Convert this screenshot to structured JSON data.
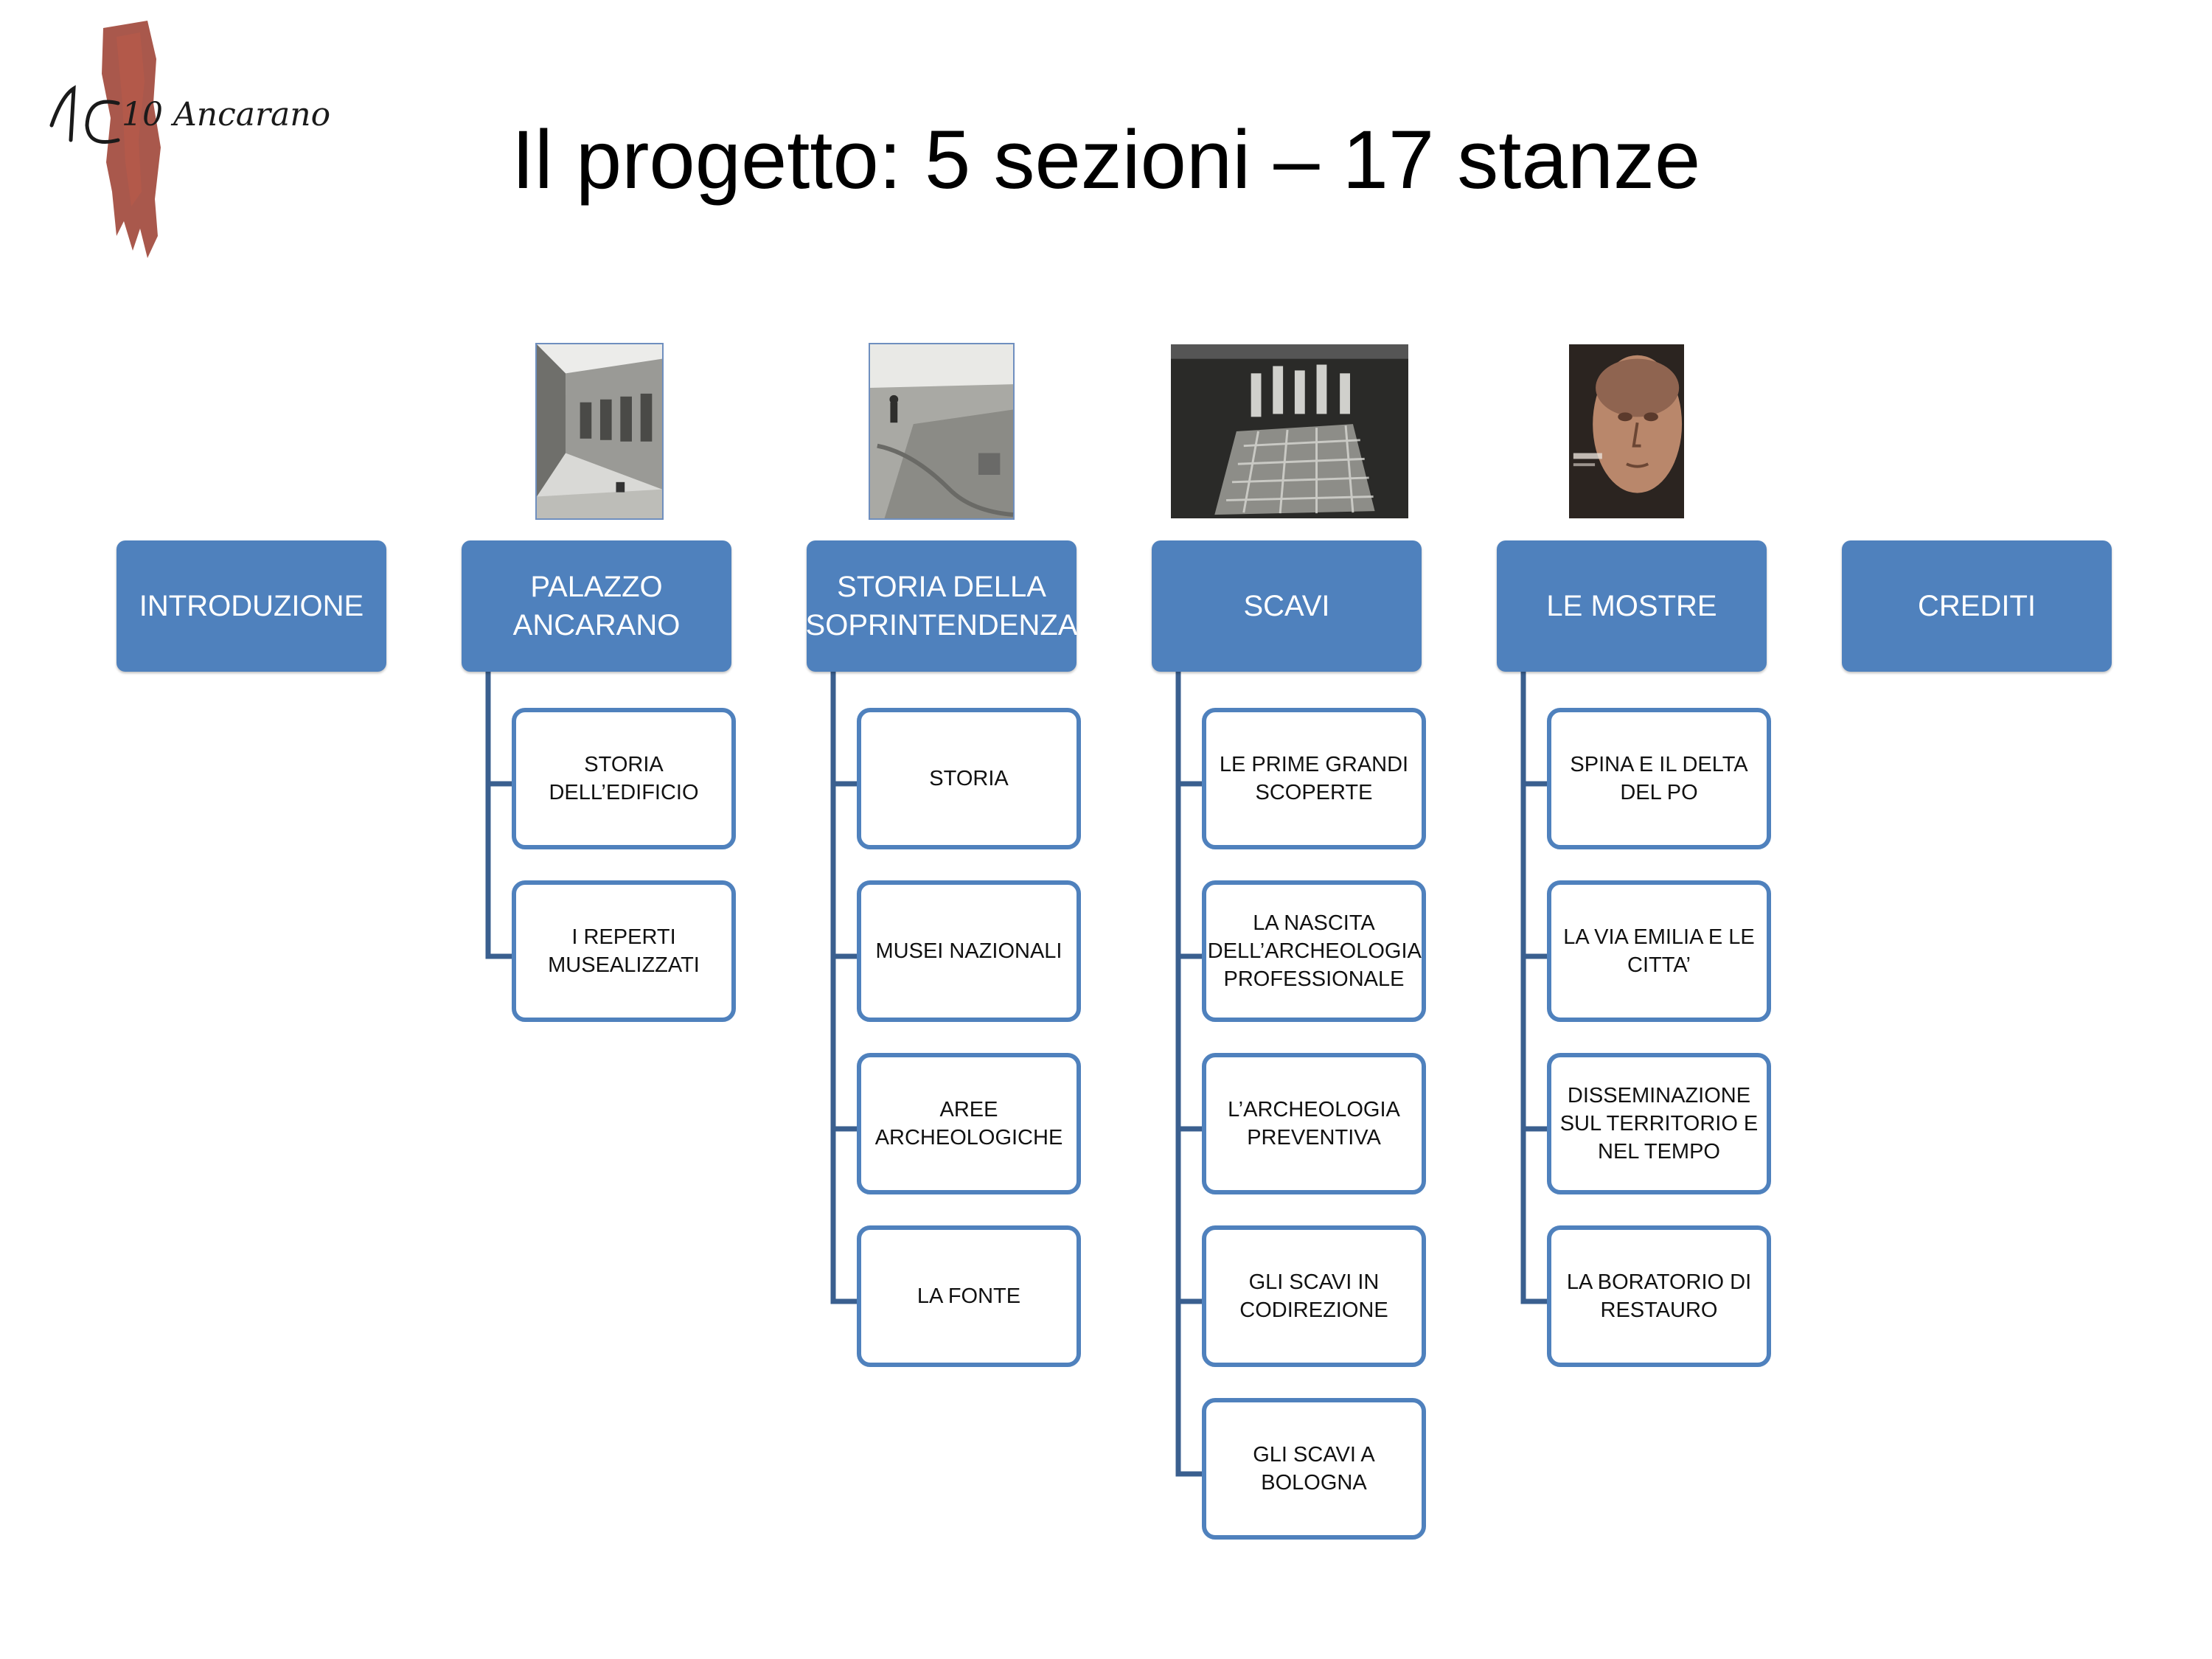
{
  "logo": {
    "text": "10 Ancarano"
  },
  "title": "Il progetto: 5 sezioni – 17 stanze",
  "photos": [
    {
      "name": "palazzo-photo",
      "section": 1
    },
    {
      "name": "excavation-site-photo",
      "section": 2
    },
    {
      "name": "excavation-group-photo",
      "section": 3
    },
    {
      "name": "emilia-exhibition-poster",
      "section": 4
    }
  ],
  "sections": [
    {
      "label": "INTRODUZIONE",
      "rooms": []
    },
    {
      "label": "PALAZZO ANCARANO",
      "rooms": [
        "STORIA DELL’EDIFICIO",
        "I REPERTI MUSEALIZZATI"
      ]
    },
    {
      "label": "STORIA DELLA SOPRINTENDENZA",
      "rooms": [
        "STORIA",
        "MUSEI NAZIONALI",
        "AREE ARCHEOLOGICHE",
        "LA FONTE"
      ]
    },
    {
      "label": "SCAVI",
      "rooms": [
        "LE PRIME GRANDI SCOPERTE",
        "LA NASCITA DELL’ARCHEOLOGIA PROFESSIONALE",
        "L’ARCHEOLOGIA PREVENTIVA",
        "GLI SCAVI IN CODIREZIONE",
        "GLI SCAVI A BOLOGNA"
      ]
    },
    {
      "label": "LE MOSTRE",
      "rooms": [
        "SPINA E IL DELTA DEL PO",
        "LA VIA EMILIA E LE CITTA’",
        "DISSEMINAZIONE SUL TERRITORIO E NEL TEMPO",
        "LA BORATORIO DI RESTAURO"
      ]
    },
    {
      "label": "CREDITI",
      "rooms": []
    }
  ]
}
